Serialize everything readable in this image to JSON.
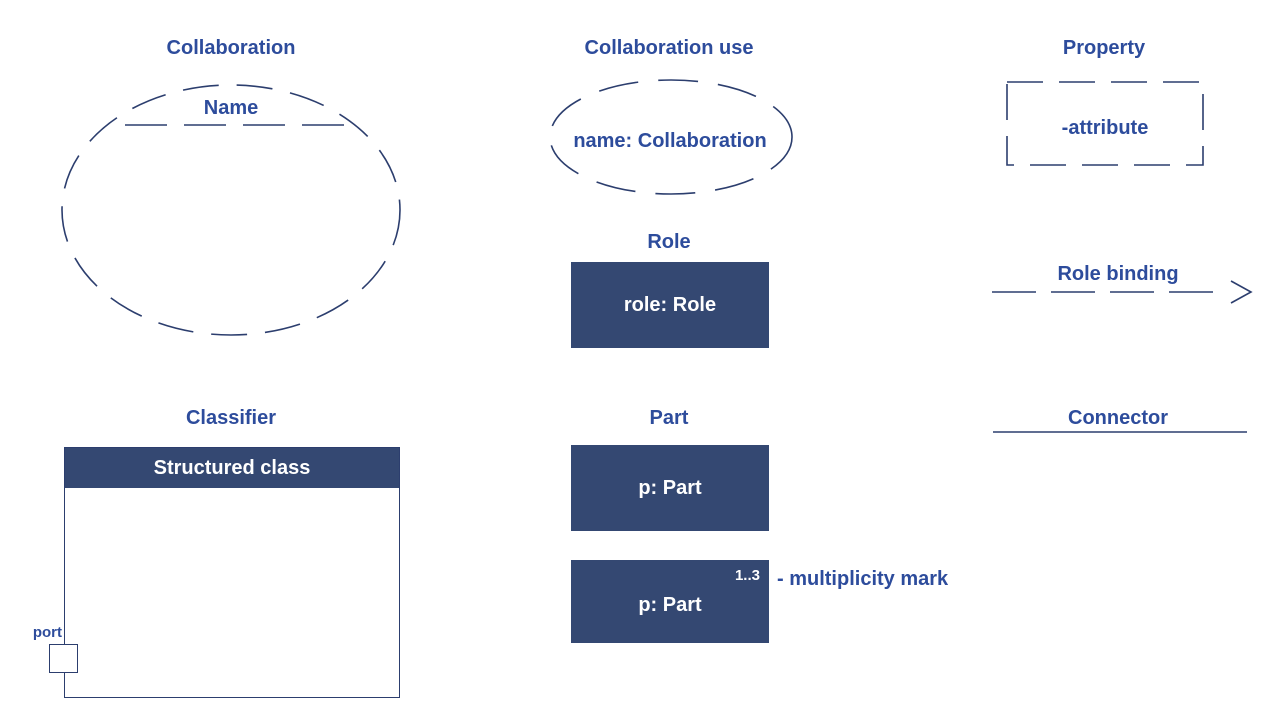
{
  "colors": {
    "accent_text": "#2d4c9c",
    "shape_fill": "#344872",
    "shape_stroke": "#2c3e6e",
    "light_text": "#ffffff",
    "background": "#ffffff"
  },
  "collaboration": {
    "title": "Collaboration",
    "name": "Name"
  },
  "collaboration_use": {
    "title": "Collaboration use",
    "label": "name: Collaboration"
  },
  "property": {
    "title": "Property",
    "label": "-attribute"
  },
  "role": {
    "title": "Role",
    "label": "role: Role"
  },
  "role_binding": {
    "title": "Role binding"
  },
  "classifier": {
    "title": "Classifier",
    "header": "Structured class",
    "port_label": "port"
  },
  "part": {
    "title": "Part",
    "label": "p: Part"
  },
  "part_multiplicity": {
    "label": "p: Part",
    "multiplicity": "1..3",
    "annotation": "- multiplicity mark"
  },
  "connector": {
    "title": "Connector"
  }
}
